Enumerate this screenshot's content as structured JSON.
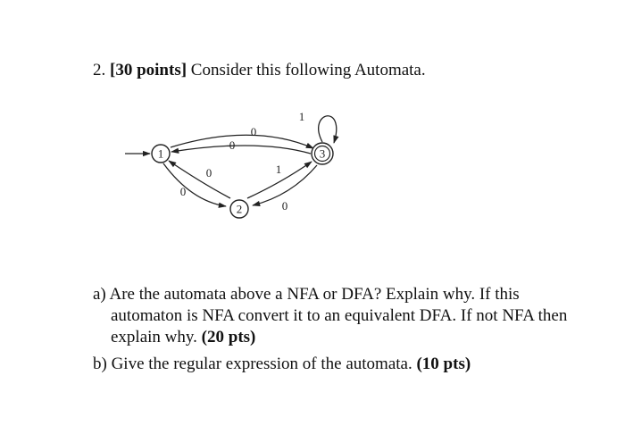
{
  "question": {
    "number": "2.",
    "points": "[30 points]",
    "prompt": "Consider this following Automata."
  },
  "automaton": {
    "states": [
      "1",
      "2",
      "3"
    ],
    "start_state": "1",
    "accepting_states": [
      "3"
    ],
    "transitions": [
      {
        "from": "1",
        "to": "3",
        "symbol": "0"
      },
      {
        "from": "3",
        "to": "1",
        "symbol": "0"
      },
      {
        "from": "3",
        "to": "3",
        "symbol": "1"
      },
      {
        "from": "1",
        "to": "2",
        "symbol": "0"
      },
      {
        "from": "2",
        "to": "1",
        "symbol": "0"
      },
      {
        "from": "2",
        "to": "3",
        "symbol": "1"
      },
      {
        "from": "3",
        "to": "2",
        "symbol": "0"
      }
    ]
  },
  "parts": [
    {
      "label": "a)",
      "text": "Are the automata above a NFA or DFA? Explain why. If this automaton is NFA convert it to an equivalent DFA. If not NFA then explain why.",
      "points": "(20 pts)"
    },
    {
      "label": "b)",
      "text": "Give the regular expression of the automata.",
      "points": "(10 pts)"
    }
  ]
}
